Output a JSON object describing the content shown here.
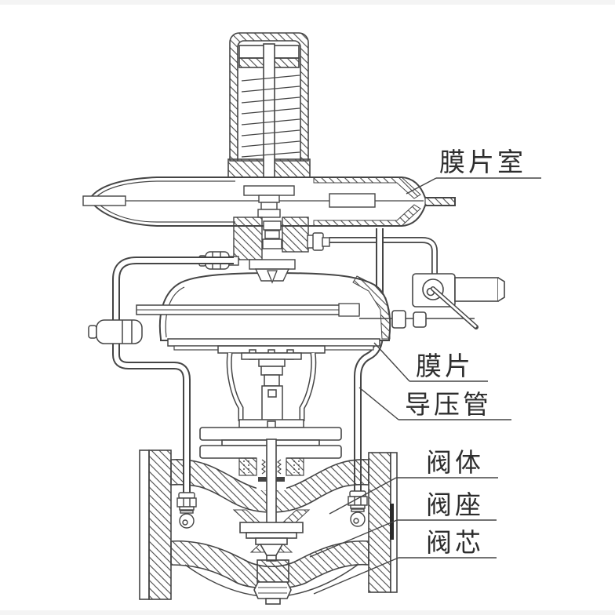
{
  "diagram": {
    "description": "Cross-section engineering drawing of a self-operated pressure regulating control valve",
    "background_color": "#ffffff",
    "line_color": "#454545",
    "labels": {
      "diaphragm_chamber": "膜片室",
      "diaphragm": "膜片",
      "impulse_pipe": "导压管",
      "valve_body": "阀体",
      "valve_seat": "阀座",
      "valve_core": "阀芯"
    }
  }
}
